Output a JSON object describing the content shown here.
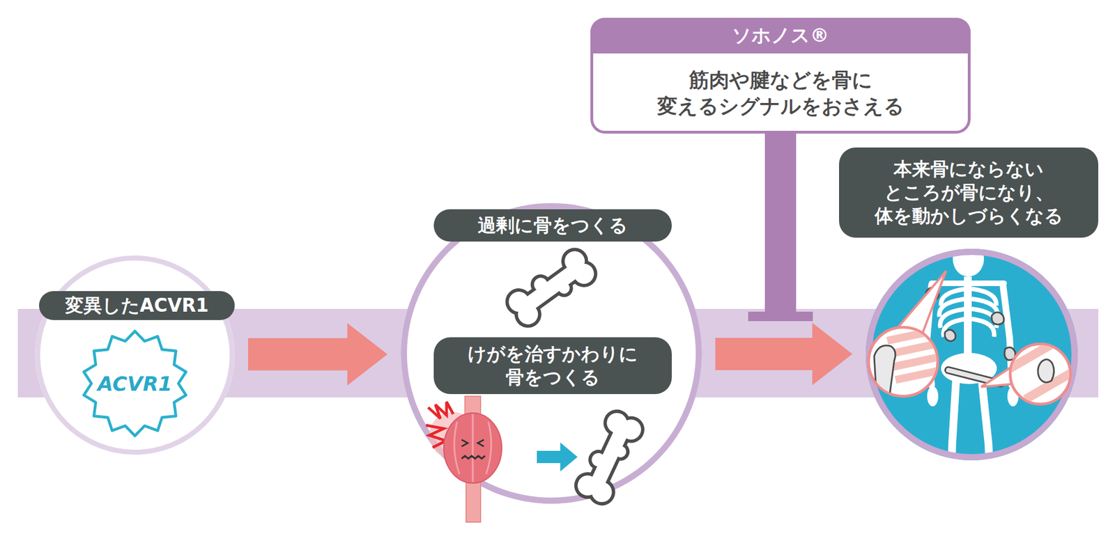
{
  "diagram": {
    "nodes": [
      {
        "text": [
          "変異したACVR1"
        ]
      },
      {
        "text": [
          "ACVR1"
        ],
        "in": 0
      },
      {
        "text": [
          "過剰に骨をつくる"
        ]
      },
      {
        "text": [
          "けがを治すかわりに 骨をつくる"
        ],
        "in": 2
      },
      {
        "text": [
          "ソホノス®",
          "筋肉や腱などを骨に 変えるシグナルをおさえる"
        ]
      },
      {
        "text": [
          "本来骨にならない ところが骨になり、 体を動かしづらくなる"
        ]
      }
    ],
    "edges": [
      {
        "from": 0,
        "to": 2,
        "arrow": "to"
      },
      {
        "from": 2,
        "to": 5,
        "arrow": "to"
      }
    ]
  }
}
